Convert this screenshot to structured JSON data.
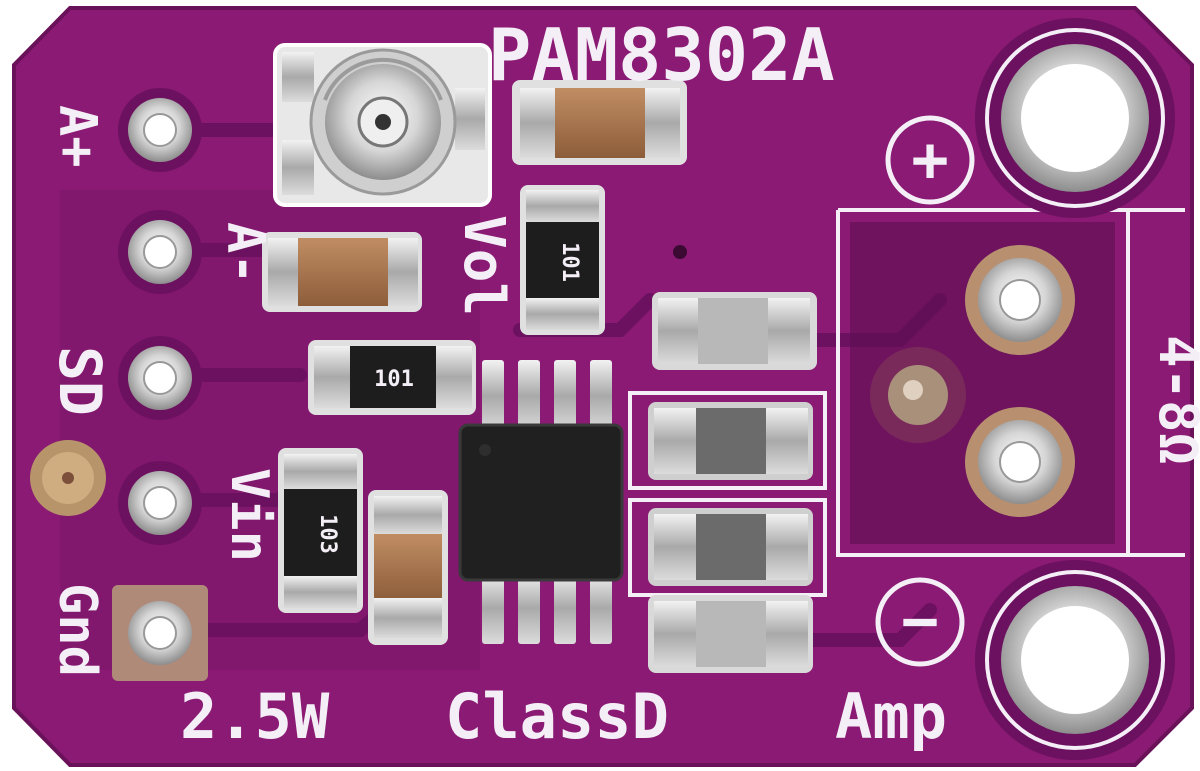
{
  "board": {
    "chip_name": "PAM8302A",
    "pin_labels": [
      "A+",
      "A-",
      "SD",
      "Vin",
      "Gnd"
    ],
    "vol_label": "Vol",
    "ohm_label": "4-8Ω",
    "plus_symbol": "+",
    "minus_symbol": "−",
    "bottom_label": {
      "power": "2.5W",
      "class": "ClassD",
      "amp": "Amp"
    },
    "resistor_codes": [
      "101",
      "101",
      "103"
    ]
  },
  "colors": {
    "pcb": "#8a1a73",
    "pcb_dark": "#5e0f52",
    "silkscreen": "#f4eef6",
    "pad_metal": "#c9c9c9",
    "capacitor_body": "#a8764f",
    "ic_body": "#202020"
  }
}
